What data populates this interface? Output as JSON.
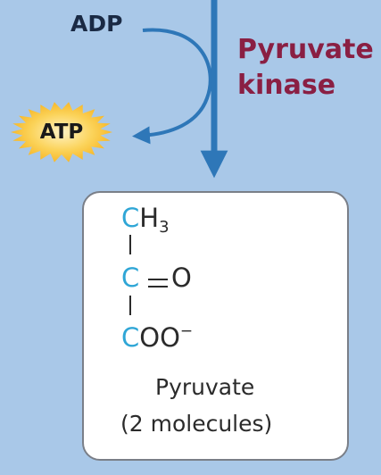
{
  "diagram": {
    "cofactor_in": "ADP",
    "cofactor_out": "ATP",
    "enzyme_line1": "Pyruvate",
    "enzyme_line2": "kinase"
  },
  "product": {
    "atom_c": "C",
    "h": "H",
    "h_count": "3",
    "o_double": "O",
    "carboxylate": "OO",
    "charge": "−",
    "name": "Pyruvate",
    "quantity": "(2 molecules)"
  },
  "colors": {
    "background": "#a9c8e8",
    "arrow": "#2e77b8",
    "enzyme_text": "#8a1f43",
    "carbon": "#2fa6d6",
    "atp_burst": "#f6b21f"
  }
}
